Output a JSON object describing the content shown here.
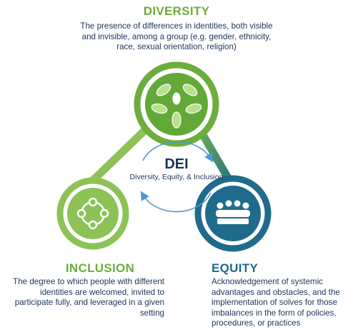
{
  "diversity": {
    "title": "DIVERSITY",
    "description": "The presence of differences in identities, both visible and invisible, among a group (e.g. gender, ethnicity, race, sexual orientation, religion)",
    "color": "#6cad3d",
    "icon": "hands-icon"
  },
  "inclusion": {
    "title": "INCLUSION",
    "description": "The degree to which people with different identities are welcomed, invited to participate fully, and leveraged in a given setting",
    "color": "#6cad3d",
    "icon": "circle-nodes-icon"
  },
  "equity": {
    "title": "EQUITY",
    "description": "Acknowledgement of systemic advantages and obstacles, and the implementation of solves for those imbalances in the form of policies, procedures, or practices",
    "color": "#1f6b8c",
    "icon": "group-icon"
  },
  "center": {
    "title": "DEI",
    "subtitle": "Diversity, Equity, & Inclusion",
    "arrow_color": "#4f97d4"
  }
}
